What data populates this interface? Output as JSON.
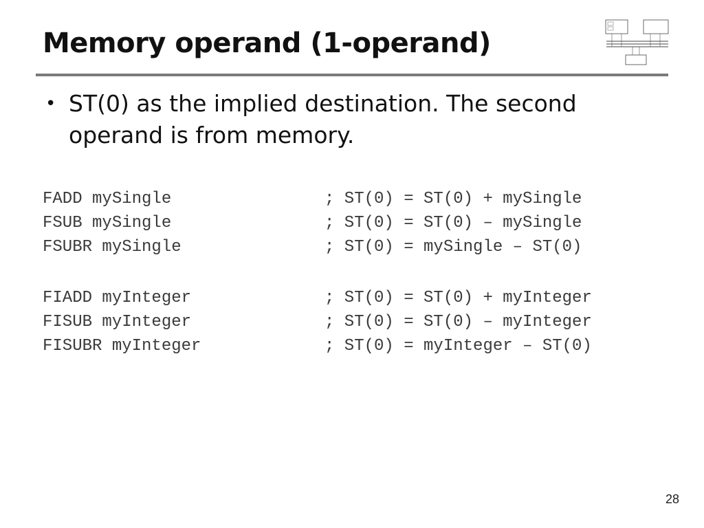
{
  "slide": {
    "title": "Memory operand (1-operand)",
    "bullet_marker": "•",
    "bullet_text": "ST(0) as the implied destination. The second operand is from memory.",
    "page_number": "28"
  },
  "thumbnail": {
    "icon": "computer-architecture-diagram-icon"
  },
  "code": {
    "group1": [
      {
        "instr": "FADD mySingle",
        "comment": "; ST(0) = ST(0) + mySingle"
      },
      {
        "instr": "FSUB mySingle",
        "comment": "; ST(0) = ST(0) – mySingle"
      },
      {
        "instr": "FSUBR mySingle",
        "comment": "; ST(0) = mySingle – ST(0)"
      }
    ],
    "group2": [
      {
        "instr": "FIADD myInteger",
        "comment": "; ST(0) = ST(0) + myInteger"
      },
      {
        "instr": "FISUB myInteger",
        "comment": "; ST(0) = ST(0) – myInteger"
      },
      {
        "instr": "FISUBR myInteger",
        "comment": "; ST(0) = myInteger – ST(0)"
      }
    ]
  }
}
